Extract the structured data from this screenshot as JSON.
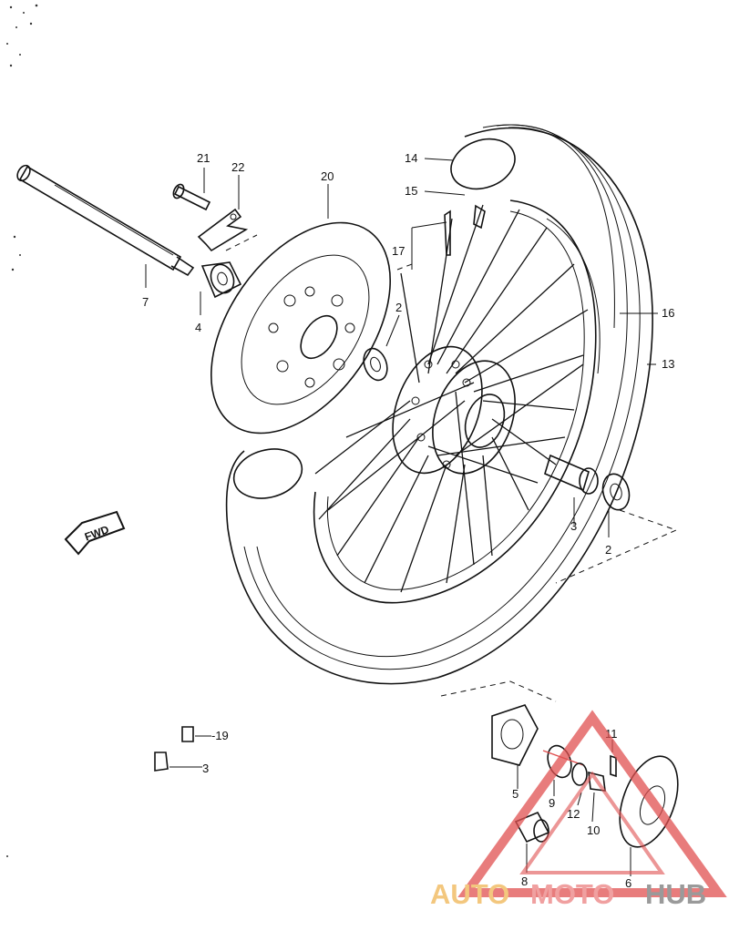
{
  "diagram": {
    "part_labels": [
      {
        "id": "21",
        "text": "21"
      },
      {
        "id": "22",
        "text": "22"
      },
      {
        "id": "20",
        "text": "20"
      },
      {
        "id": "14",
        "text": "14"
      },
      {
        "id": "15",
        "text": "15"
      },
      {
        "id": "17",
        "text": "17"
      },
      {
        "id": "7",
        "text": "7"
      },
      {
        "id": "4",
        "text": "4"
      },
      {
        "id": "2a",
        "text": "2"
      },
      {
        "id": "16",
        "text": "16"
      },
      {
        "id": "13",
        "text": "13"
      },
      {
        "id": "3a",
        "text": "3"
      },
      {
        "id": "2b",
        "text": "2"
      },
      {
        "id": "19",
        "text": "-19"
      },
      {
        "id": "3b",
        "text": "3"
      },
      {
        "id": "11",
        "text": "11"
      },
      {
        "id": "5",
        "text": "5"
      },
      {
        "id": "9",
        "text": "9"
      },
      {
        "id": "12",
        "text": "12"
      },
      {
        "id": "10",
        "text": "10"
      },
      {
        "id": "8",
        "text": "8"
      },
      {
        "id": "6",
        "text": "6"
      }
    ],
    "direction_arrow": {
      "text": "FWD",
      "icon": "direction-arrow-icon"
    }
  },
  "watermark": {
    "part1": "AUTO",
    "part2": "MOTO",
    "part3": "HUB",
    "colors": {
      "part1": "#f3c77e",
      "part2": "#f0a0a0",
      "part3": "#9a9a9a",
      "triangle": "#e05050"
    }
  }
}
